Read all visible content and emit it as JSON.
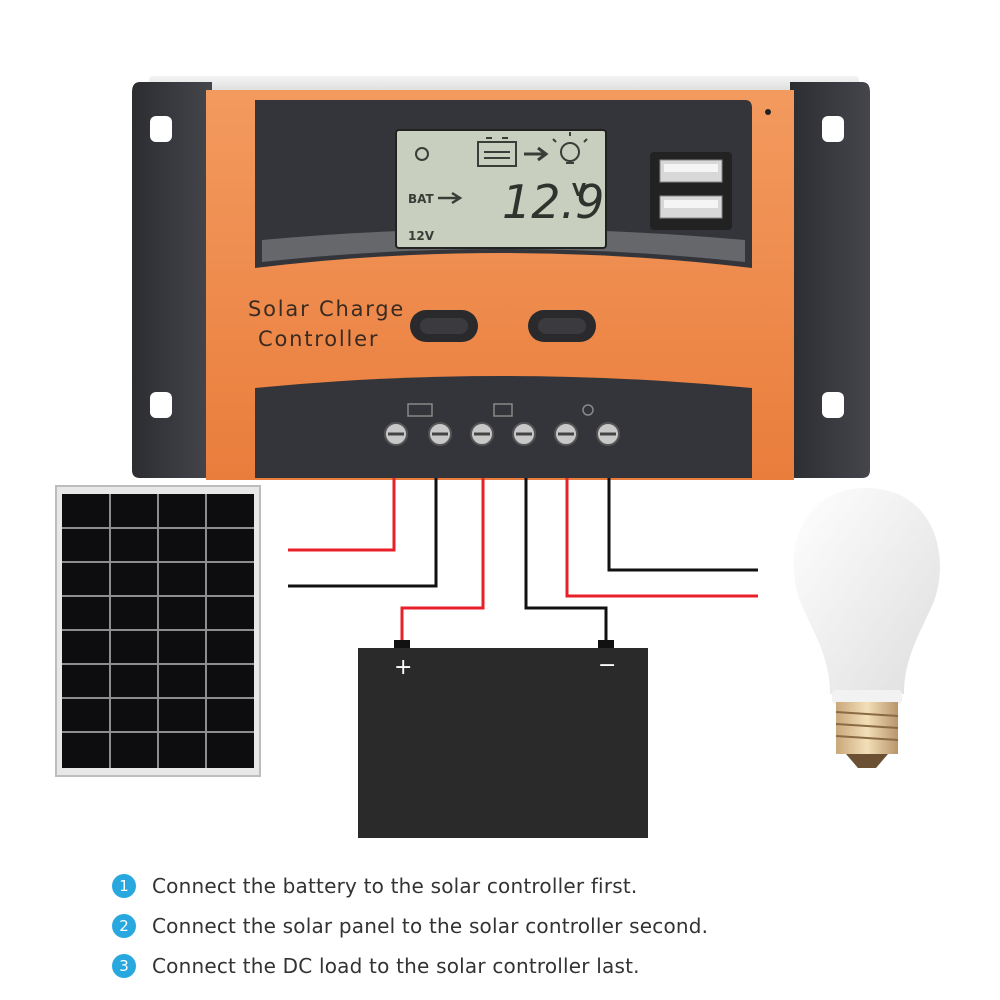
{
  "controller": {
    "label_line1": "Solar Charge",
    "label_line2": "Controller",
    "lcd": {
      "bat_label": "BAT",
      "voltage": "12.9",
      "unit": "V",
      "system_voltage": "12V"
    }
  },
  "battery": {
    "positive_mark": "+",
    "negative_mark": "−"
  },
  "colors": {
    "casing_orange": "#f08a4b",
    "casing_dark": "#3a3b40",
    "lcd_green": "#c9cfbf",
    "wire_red": "#e8202a",
    "wire_black": "#111111",
    "step_blue": "#29a8e0"
  },
  "steps": [
    {
      "num": "1",
      "text": "Connect the battery to the solar controller first."
    },
    {
      "num": "2",
      "text": "Connect the solar panel to the solar controller second."
    },
    {
      "num": "3",
      "text": "Connect the DC load to the solar controller last."
    }
  ]
}
